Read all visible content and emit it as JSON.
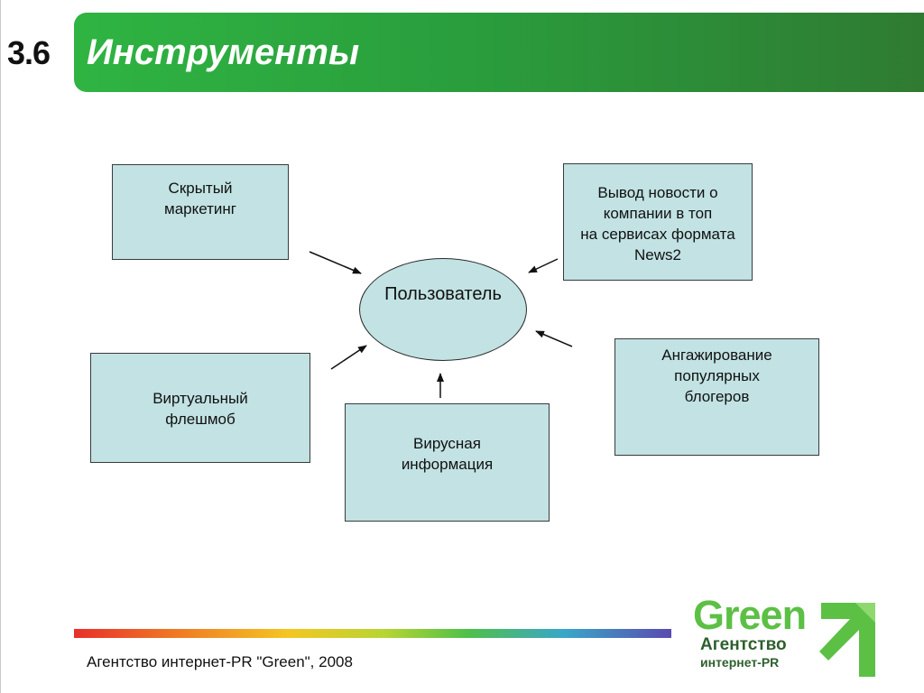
{
  "header": {
    "section_number": "3.6",
    "title": "Инструменты"
  },
  "diagram": {
    "center": "Пользователь",
    "nodes": [
      "Скрытый\nмаркетинг",
      "Вывод новости о\nкомпании в топ\nна сервисах формата\nNews2",
      "Виртуальный\nфлешмоб",
      "Вирусная\nинформация",
      "Ангажирование\nпопулярных\nблогеров"
    ],
    "edges": [
      {
        "from": 0,
        "to": "center"
      },
      {
        "from": 1,
        "to": "center"
      },
      {
        "from": 2,
        "to": "center"
      },
      {
        "from": 3,
        "to": "center"
      },
      {
        "from": 4,
        "to": "center"
      }
    ]
  },
  "footer": {
    "text": "Агентство интернет-PR \"Green\", 2008"
  },
  "logo": {
    "word": "Green",
    "line1": "Агентство",
    "line2": "интернет-PR"
  },
  "colors": {
    "title_bar": "#2a9e3d",
    "node_fill": "#c2e2e3",
    "logo_green": "#5cc045"
  }
}
